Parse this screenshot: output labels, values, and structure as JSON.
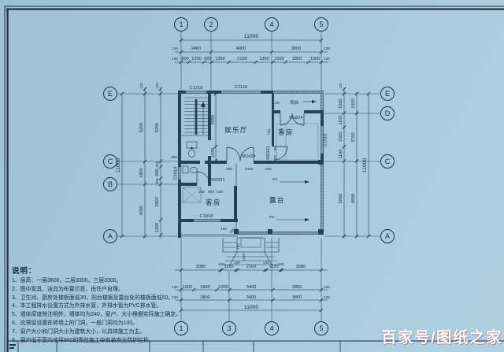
{
  "watermark": {
    "text": "百家号/图纸之家"
  },
  "grid": {
    "top": [
      "1",
      "2",
      "4",
      "5"
    ],
    "bottom": [
      "1",
      "3",
      "4",
      "5"
    ],
    "left": [
      "E",
      "C",
      "B",
      "A"
    ],
    "right": [
      "E",
      "D",
      "C",
      "A"
    ]
  },
  "dims": {
    "top_total": "11000",
    "top_row2": [
      "120",
      "2400",
      "4800",
      "3800",
      "120"
    ],
    "top_row3": [
      "120",
      "600",
      "1200",
      "600",
      "1350",
      "2100",
      "1350",
      "1000",
      "1800",
      "1000",
      "120"
    ],
    "bottom_row1": [
      "3080",
      "100",
      "1120",
      "120",
      "2160",
      "120",
      "1120",
      "100",
      "3080"
    ],
    "bottom_row2": [
      "120",
      "1000",
      "1800",
      "1000",
      "3400",
      "3800",
      "120"
    ],
    "bottom_row3": [
      "120",
      "3800",
      "3400",
      "3800",
      "120"
    ],
    "bottom_total": "11000",
    "left_total": "11000",
    "left_outer": [
      "120",
      "5200",
      "1800",
      "4000"
    ],
    "left_inner": [
      "120",
      "5200",
      "450",
      "900",
      "450",
      "2800",
      "1200"
    ],
    "right_inner": [
      "120",
      "1500",
      "1100",
      "1500",
      "1100",
      "5800"
    ],
    "right_outer": [
      "1500",
      "3700",
      "5800"
    ],
    "right_total": "11000"
  },
  "rooms": {
    "hall": "娱乐厅",
    "guest_right": "客房",
    "guest_left": "客房",
    "terrace": "露台",
    "balcony": "阳台",
    "balcony_slope": "2%"
  },
  "openings": {
    "c1218": "C1218",
    "c2118": "C2118",
    "m1824": "M1824",
    "c1518": "C1518",
    "m2424": "M2424",
    "m0921_bath": "M0921",
    "m0921_guest": "M0921",
    "c0918": "C0918",
    "c1818": "C1818"
  },
  "inner_dims": {
    "hall_v1": "4050",
    "hall_v2": "1630",
    "w300": "300",
    "bath": [
      "280",
      "900",
      "220"
    ],
    "door_row": [
      "500",
      "2400",
      "500"
    ],
    "guest_side": [
      "790",
      "60",
      "220"
    ],
    "entry": [
      "400",
      "950",
      "760",
      "1120"
    ],
    "slope1": "2%",
    "slope2": "2%"
  },
  "notes": {
    "title": "说明：",
    "items": [
      "1、层高：一层3600，二层3300，三层3300。",
      "2、图中家具、洁具为布置示意，由住户自理。",
      "3、卫生间、厨房处楼板面低30，阳台楼板及露台处的楼板面低50。",
      "4、本工程排水设置方式为外排水管，外排水管为PVC排水管。",
      "5、墙体厚度除注明外，墙体均为240，窗户、大小根据实际施工确定。",
      "6、应预留设置在砖墙上的门洞，一般门洞均为100。",
      "7、窗户大小和门洞大小为建筑大小，以具体施工为主。",
      "8、窗户低于室内地坪900的需在施工中安装安全防护栏杆。"
    ]
  }
}
